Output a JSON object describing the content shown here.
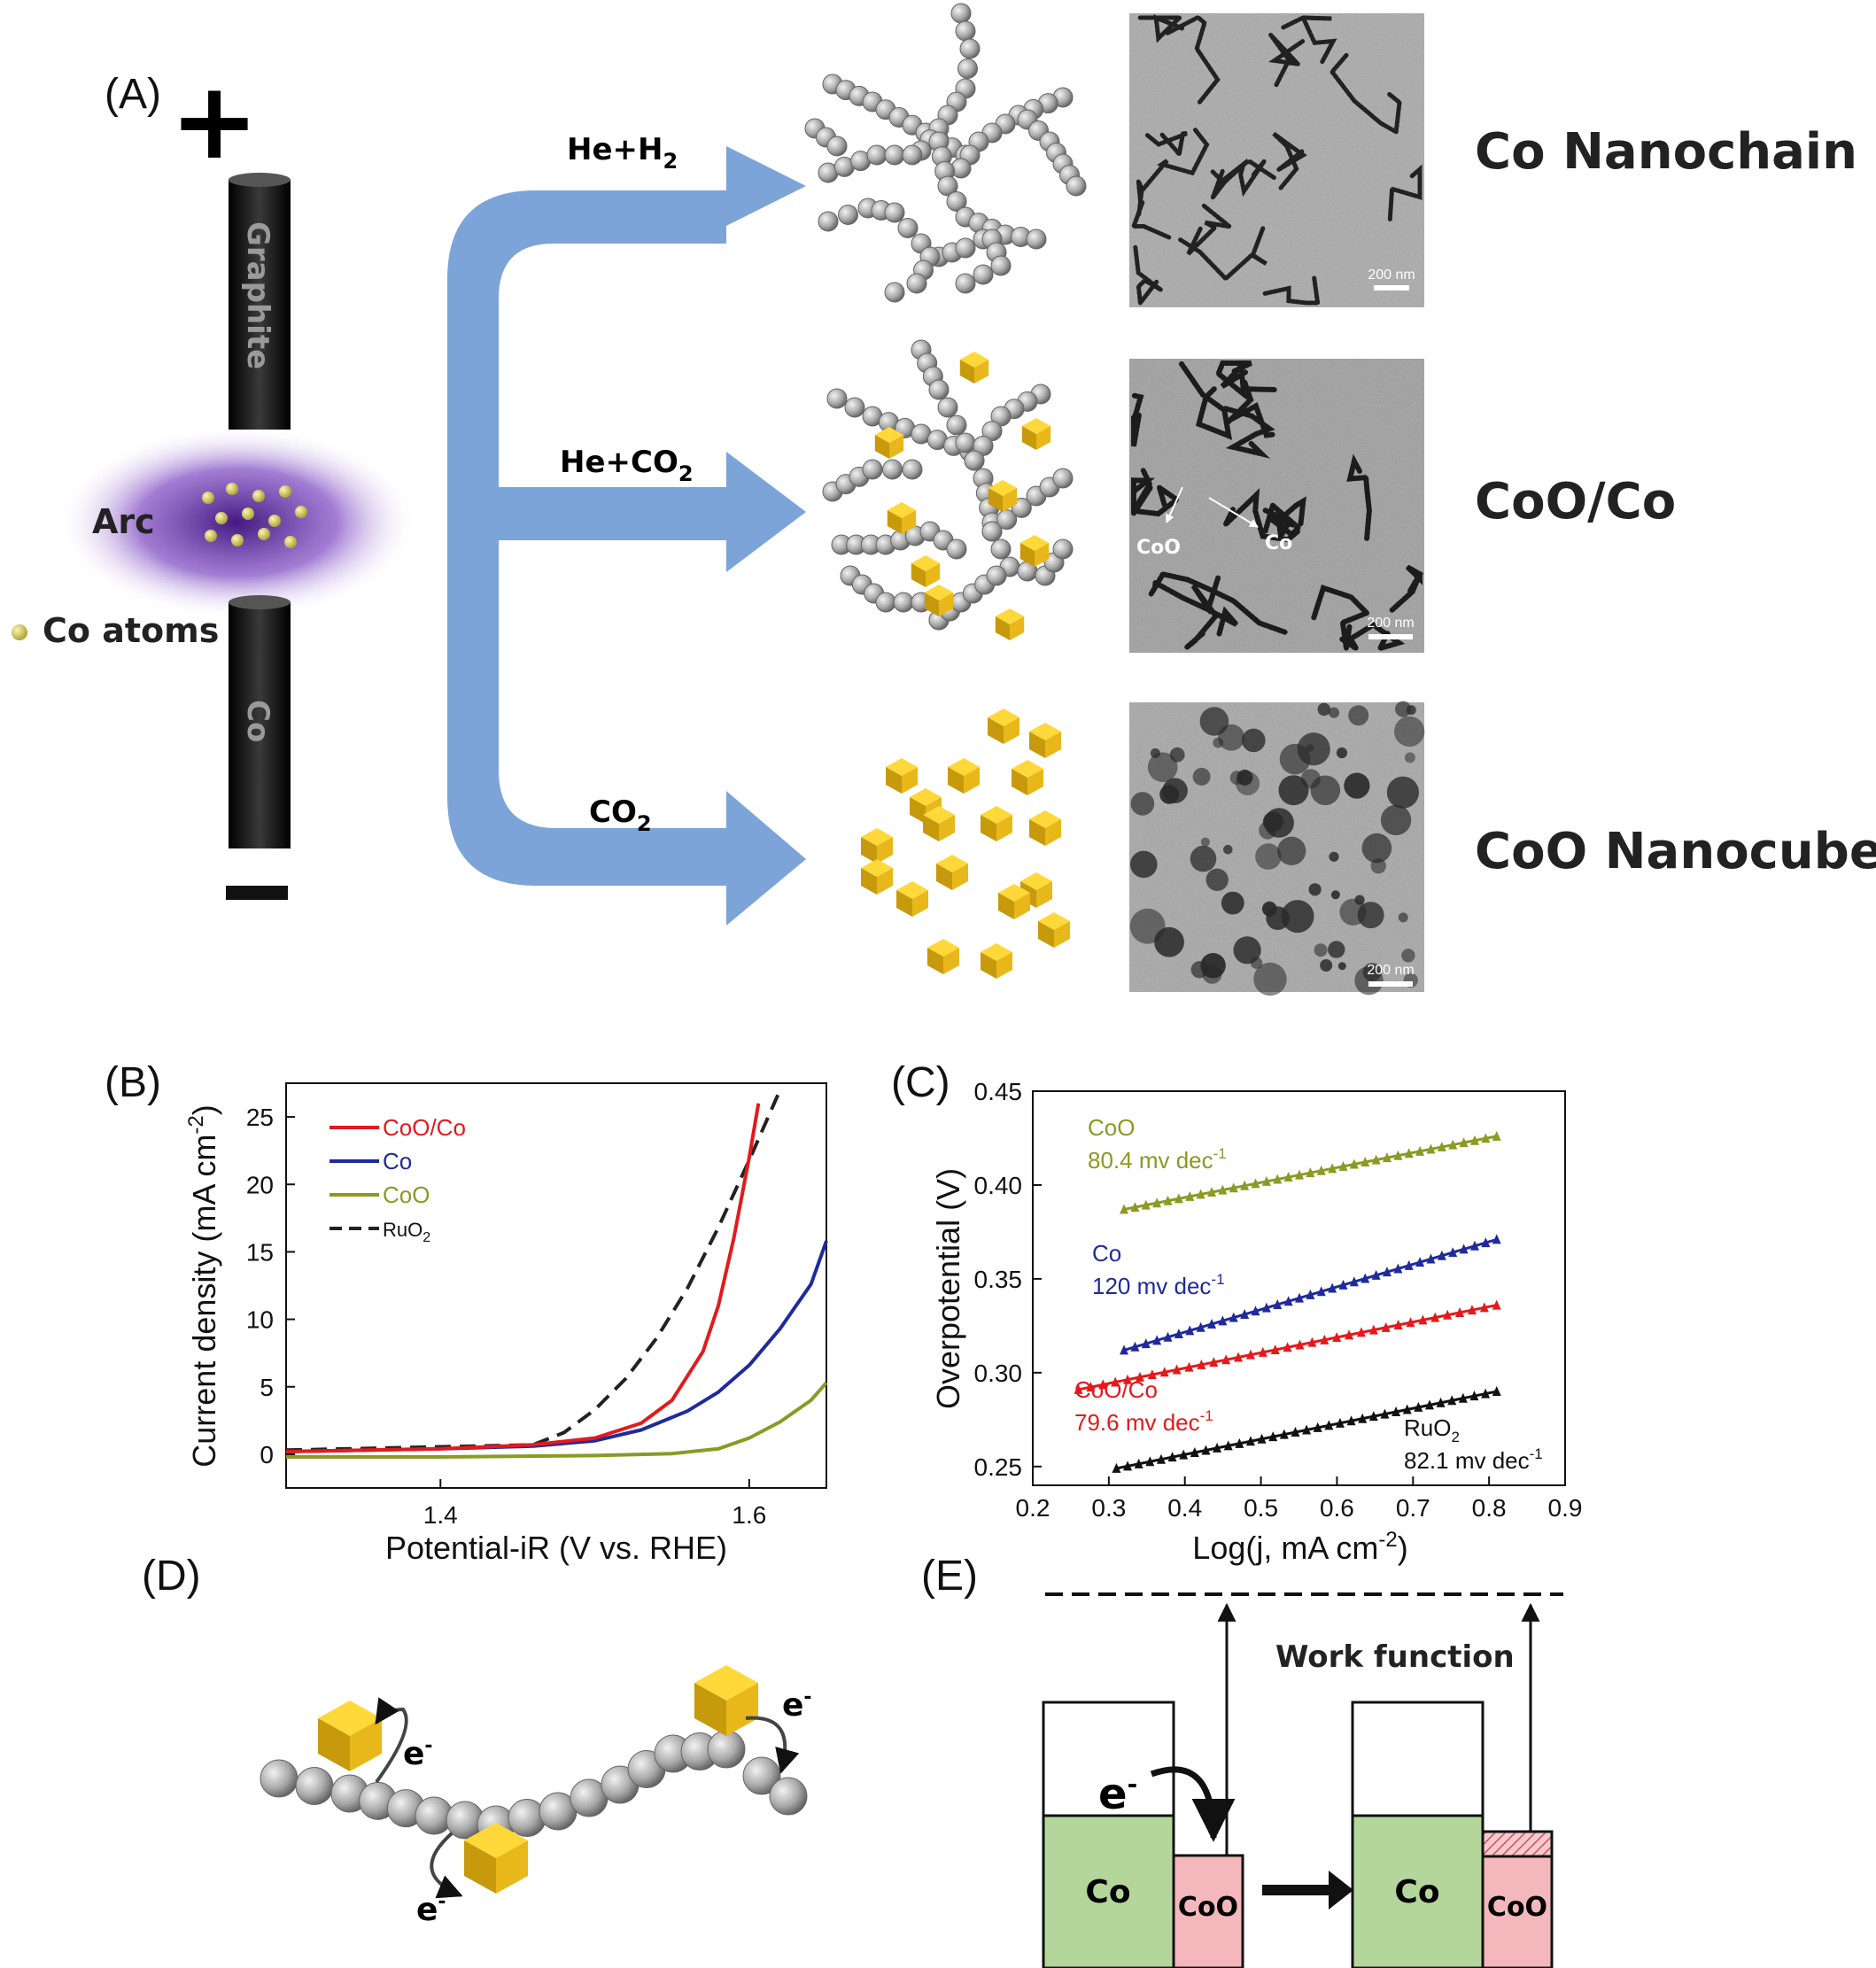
{
  "panelA": {
    "label": "(A)",
    "plus": "+",
    "minus": "—",
    "top_rod": "Graphite",
    "bottom_rod": "Co",
    "arc": "Arc",
    "legend": "Co atoms",
    "gas1": {
      "text": "He+H",
      "sub": "2"
    },
    "gas2": {
      "text": "He+CO",
      "sub": "2"
    },
    "gas3": {
      "text": "CO",
      "sub": "2"
    },
    "scale": [
      "200 nm",
      "200 nm",
      "200 nm"
    ],
    "tem_labels": [
      "CoO",
      "Co"
    ],
    "products": [
      "Co Nanochain",
      "CoO/Co",
      "CoO Nanocube"
    ]
  },
  "panelD": {
    "label": "(D)",
    "electron": "e",
    "sup": "-"
  },
  "panelE": {
    "label": "(E)",
    "work_function": "Work function",
    "co": "Co",
    "coo": "CoO",
    "electron": "e",
    "sup": "-"
  },
  "chart_data": [
    {
      "panel": "(B)",
      "type": "line",
      "xlabel": "Potential-iR (V vs. RHE)",
      "ylabel": "Current density (mA cm",
      "ylabel_sup": "-2",
      "ylabel_end": ")",
      "xlim": [
        1.3,
        1.65
      ],
      "ylim": [
        -2.5,
        27.5
      ],
      "xticks": [
        1.4,
        1.6
      ],
      "yticks": [
        0,
        5,
        10,
        15,
        20,
        25
      ],
      "legend_position": "top-left",
      "series": [
        {
          "name": "CoO/Co",
          "color": "#e31a1c",
          "dash": false,
          "x": [
            1.3,
            1.4,
            1.46,
            1.5,
            1.53,
            1.55,
            1.57,
            1.58,
            1.59,
            1.6,
            1.606
          ],
          "y": [
            0.2,
            0.4,
            0.7,
            1.2,
            2.3,
            4.0,
            7.6,
            11.0,
            16.0,
            22.0,
            26.0
          ]
        },
        {
          "name": "Co",
          "color": "#1f2a9c",
          "dash": false,
          "x": [
            1.3,
            1.4,
            1.46,
            1.5,
            1.53,
            1.56,
            1.58,
            1.6,
            1.62,
            1.64,
            1.65
          ],
          "y": [
            0.2,
            0.4,
            0.6,
            1.0,
            1.8,
            3.2,
            4.6,
            6.6,
            9.3,
            12.6,
            15.8
          ]
        },
        {
          "name": "CoO",
          "color": "#8a9a23",
          "dash": false,
          "x": [
            1.3,
            1.4,
            1.5,
            1.55,
            1.58,
            1.6,
            1.62,
            1.64,
            1.65
          ],
          "y": [
            -0.2,
            -0.2,
            -0.1,
            0.05,
            0.4,
            1.2,
            2.4,
            4.0,
            5.3
          ]
        },
        {
          "name": "RuO",
          "name_sub": "2",
          "color": "#222222",
          "dash": true,
          "x": [
            1.3,
            1.46,
            1.48,
            1.5,
            1.52,
            1.54,
            1.56,
            1.58,
            1.6,
            1.62
          ],
          "y": [
            0.3,
            0.7,
            1.6,
            3.3,
            5.6,
            8.6,
            12.3,
            16.8,
            21.8,
            27.0
          ]
        }
      ]
    },
    {
      "panel": "(C)",
      "type": "scatter",
      "xlabel": "Log(j, mA cm",
      "xlabel_sup": "-2",
      "xlabel_end": ")",
      "ylabel": "Overpotential (V)",
      "xlim": [
        0.2,
        0.9
      ],
      "ylim": [
        0.24,
        0.45
      ],
      "xticks": [
        0.2,
        0.3,
        0.4,
        0.5,
        0.6,
        0.7,
        0.8,
        0.9
      ],
      "yticks": [
        0.25,
        0.3,
        0.35,
        0.4,
        0.45
      ],
      "series": [
        {
          "name": "CoO",
          "slope_label": "80.4 mv dec",
          "color": "#8a9a23",
          "x": [
            0.32,
            0.81
          ],
          "y": [
            0.387,
            0.426
          ]
        },
        {
          "name": "Co",
          "slope_label": "120 mv dec",
          "color": "#1f2a9c",
          "x": [
            0.32,
            0.81
          ],
          "y": [
            0.312,
            0.371
          ]
        },
        {
          "name": "CoO/Co",
          "slope_label": "79.6 mv dec",
          "color": "#e31a1c",
          "x": [
            0.26,
            0.81
          ],
          "y": [
            0.291,
            0.336
          ]
        },
        {
          "name": "RuO",
          "name_sub": "2",
          "slope_label": "82.1 mv dec",
          "color": "#111111",
          "x": [
            0.31,
            0.81
          ],
          "y": [
            0.249,
            0.29
          ]
        }
      ],
      "slope_sup": "-1"
    }
  ]
}
